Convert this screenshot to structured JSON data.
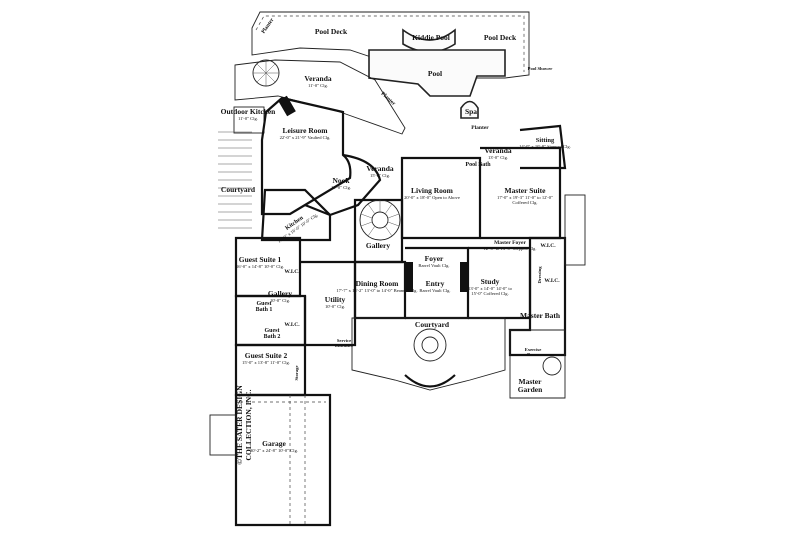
{
  "rooms": [
    {
      "id": "planter_top",
      "name": "Planter"
    },
    {
      "id": "pool_deck_left",
      "name": "Pool Deck"
    },
    {
      "id": "kiddie_pool",
      "name": "Kiddie Pool"
    },
    {
      "id": "pool_deck_right",
      "name": "Pool Deck"
    },
    {
      "id": "pool",
      "name": "Pool"
    },
    {
      "id": "pool_shower",
      "name": "Pool Shower"
    },
    {
      "id": "veranda_top",
      "name": "Veranda",
      "dims": "11'-0\" Clg."
    },
    {
      "id": "planter_mid",
      "name": "Planter"
    },
    {
      "id": "spa",
      "name": "Spa"
    },
    {
      "id": "planter_right",
      "name": "Planter"
    },
    {
      "id": "outdoor_kitchen",
      "name": "Outdoor Kitchen",
      "dims": "11'-0\" Clg."
    },
    {
      "id": "leisure_room",
      "name": "Leisure Room",
      "dims": "22'-0\" x 21'-9\" Vaulted Clg."
    },
    {
      "id": "sitting",
      "name": "Sitting",
      "dims": "14'-0\" x 10'-8\" Stepped Clg."
    },
    {
      "id": "veranda_center",
      "name": "Veranda",
      "dims": "15'-0\" Clg."
    },
    {
      "id": "veranda_right",
      "name": "Veranda",
      "dims": "13'-0\" Clg."
    },
    {
      "id": "pool_bath",
      "name": "Pool Bath"
    },
    {
      "id": "nook",
      "name": "Nook",
      "dims": "10'-0\" Clg."
    },
    {
      "id": "courtyard_left",
      "name": "Courtyard"
    },
    {
      "id": "living_room",
      "name": "Living Room",
      "dims": "20'-0\" x 18'-0\" Open to Above"
    },
    {
      "id": "master_suite",
      "name": "Master Suite",
      "dims": "17'-0\" x 19'-3\" 11'-0\" to 12'-0\" Coffered Clg."
    },
    {
      "id": "kitchen",
      "name": "Kitchen",
      "dims": "16'-0\" x 16'-0\" 10'-0\" Clg."
    },
    {
      "id": "gallery_center",
      "name": "Gallery"
    },
    {
      "id": "master_foyer",
      "name": "Master Foyer",
      "dims": "12'-0\" to 13'-0\" Stepped Clg."
    },
    {
      "id": "wic_master",
      "name": "W.I.C."
    },
    {
      "id": "guest_suite_1",
      "name": "Guest Suite 1",
      "dims": "16'-0\" x 14'-8\" 10'-0\" Clg."
    },
    {
      "id": "wic_guest1",
      "name": "W.I.C."
    },
    {
      "id": "dining_room",
      "name": "Dining Room",
      "dims": "17'-7\" x 16'-2\" 13'-0\" to 14'-0\" Beamed Clg."
    },
    {
      "id": "foyer",
      "name": "Foyer",
      "dims": "Barrel Vault Clg."
    },
    {
      "id": "study",
      "name": "Study",
      "dims": "13'-0\" x 14'-0\" 14'-0\" to 15'-0\" Coffered Clg."
    },
    {
      "id": "dressing",
      "name": "Dressing"
    },
    {
      "id": "wic_master_lower",
      "name": "W.I.C."
    },
    {
      "id": "gallery_left",
      "name": "Gallery",
      "dims": "10'-0\" Clg."
    },
    {
      "id": "utility",
      "name": "Utility",
      "dims": "10'-0\" Clg."
    },
    {
      "id": "entry",
      "name": "Entry",
      "dims": "Barrel Vault Clg."
    },
    {
      "id": "guest_bath_1",
      "name": "Guest Bath 1"
    },
    {
      "id": "master_bath",
      "name": "Master Bath"
    },
    {
      "id": "wic_guest2",
      "name": "W.I.C."
    },
    {
      "id": "guest_bath_2",
      "name": "Guest Bath 2"
    },
    {
      "id": "courtyard_front",
      "name": "Courtyard"
    },
    {
      "id": "service_entrance",
      "name": "Service Entrance"
    },
    {
      "id": "exercise_room",
      "name": "Exercise Room"
    },
    {
      "id": "guest_suite_2",
      "name": "Guest Suite 2",
      "dims": "15'-0\" x 13'-8\" 11'-0\" Clg."
    },
    {
      "id": "storage",
      "name": "Storage"
    },
    {
      "id": "master_garden",
      "name": "Master Garden"
    },
    {
      "id": "garage",
      "name": "Garage",
      "dims": "30'-2\" x 24'-8\" 10'-0\" Clg."
    }
  ],
  "credit": {
    "line1": "©THE SATER DESIGN",
    "line2": "COLLECTION, INC."
  }
}
